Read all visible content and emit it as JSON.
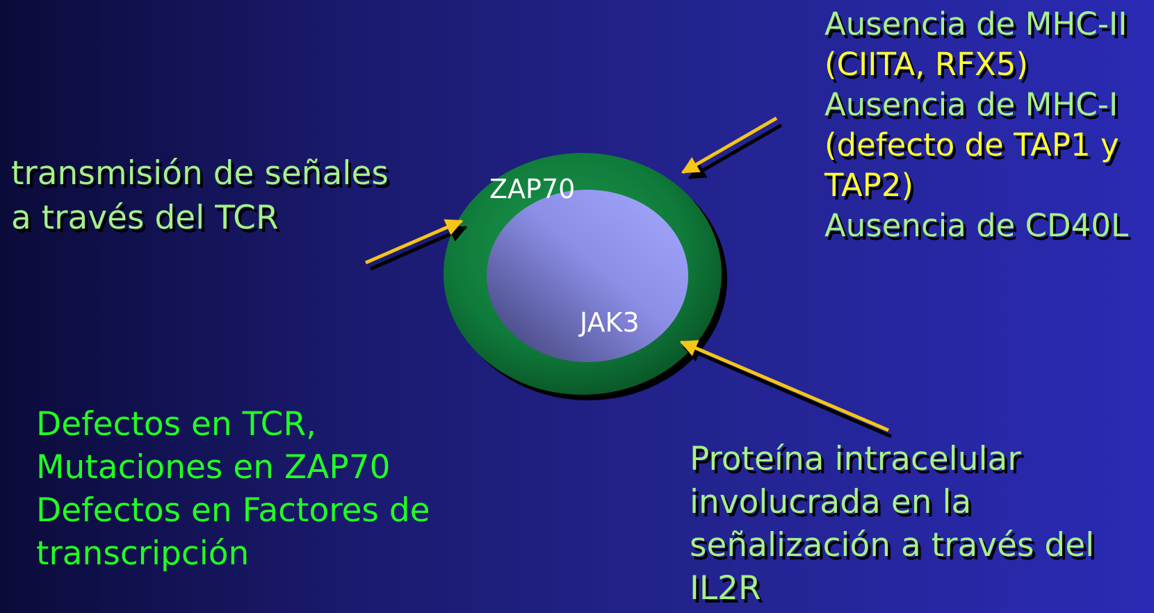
{
  "labels": {
    "tcr_signal": [
      "transmisión de señales",
      "a través del TCR"
    ],
    "mhc_lines": [
      {
        "text": "Ausencia de MHC-II",
        "color": "lime"
      },
      {
        "text": "(CIITA, RFX5)",
        "color": "yellow"
      },
      {
        "text": "Ausencia de MHC-I",
        "color": "lime"
      },
      {
        "text": "(defecto de TAP1 y",
        "color": "yellow"
      },
      {
        "text": "TAP2)",
        "color": "yellow"
      },
      {
        "text": "Ausencia de CD40L",
        "color": "lime"
      }
    ],
    "defects": [
      "Defectos  en TCR,",
      "Mutaciones en ZAP70",
      "Defectos en Factores de",
      "transcripción"
    ],
    "jak3_desc": [
      "Proteína intracelular",
      "involucrada en la",
      "señalización a través del",
      "IL2R"
    ],
    "zap70": "ZAP70",
    "jak3": "JAK3"
  },
  "colors": {
    "lime": "#a6f08a",
    "yellow": "#ffff33",
    "bright_green": "#22ff22",
    "ring": "#0f7a3a",
    "core": "#9a9cf0",
    "arrow": "#f5c518"
  }
}
